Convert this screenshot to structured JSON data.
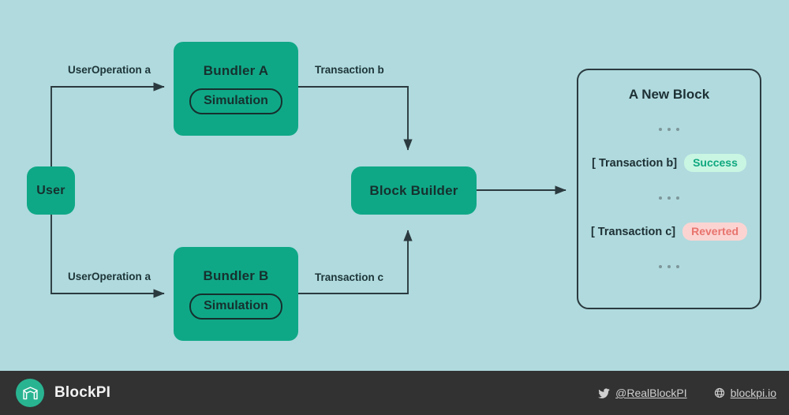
{
  "colors": {
    "background": "#b0dade",
    "node_green": "#0fa887",
    "ink": "#16302e",
    "wire": "#2b3a3f",
    "badge_success_bg": "#c9f5e3",
    "badge_success_fg": "#0fa87e",
    "badge_reverted_bg": "#fbd4d2",
    "badge_reverted_fg": "#e8736d",
    "footer_bg": "#323232",
    "brand_teal": "#29b491"
  },
  "diagram": {
    "nodes": {
      "user": {
        "label": "User"
      },
      "bundler_a": {
        "label": "Bundler A",
        "inner_label": "Simulation"
      },
      "bundler_b": {
        "label": "Bundler B",
        "inner_label": "Simulation"
      },
      "block_builder": {
        "label": "Block Builder"
      }
    },
    "edge_labels": {
      "user_to_bundler_a": "UserOperation a",
      "user_to_bundler_b": "UserOperation a",
      "bundler_a_to_builder": "Transaction b",
      "bundler_b_to_builder": "Transaction c"
    }
  },
  "block_panel": {
    "title": "A New Block",
    "ellipsis": "...",
    "transactions": [
      {
        "name": "[ Transaction b]",
        "status": "Success",
        "status_kind": "success"
      },
      {
        "name": "[ Transaction c]",
        "status": "Reverted",
        "status_kind": "reverted"
      }
    ]
  },
  "footer": {
    "brand": "BlockPI",
    "logo_icon": "blockpi-cube-icon",
    "links": [
      {
        "icon": "twitter-icon",
        "label": "@RealBlockPI"
      },
      {
        "icon": "globe-icon",
        "label": "blockpi.io"
      }
    ]
  }
}
